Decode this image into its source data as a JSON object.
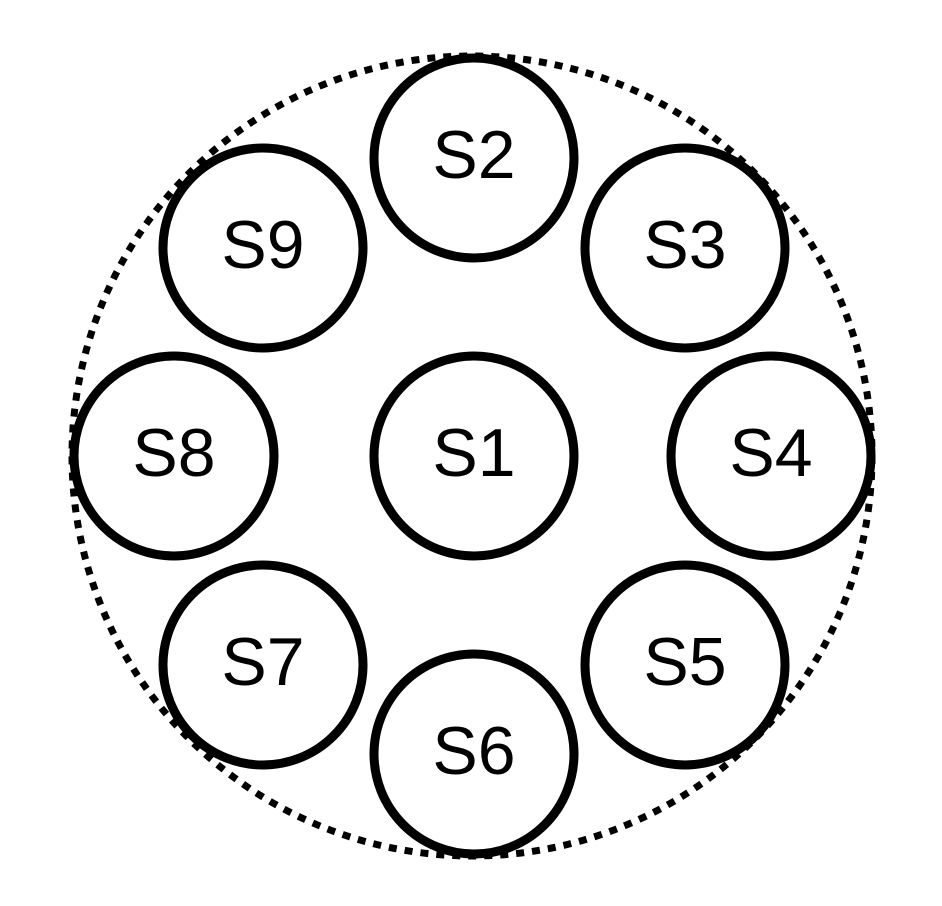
{
  "diagram": {
    "boundary": {
      "style": "dotted",
      "stroke_color": "#000000"
    },
    "nodes": [
      {
        "id": "s1",
        "label": "S1",
        "position": "center"
      },
      {
        "id": "s2",
        "label": "S2",
        "position": "top"
      },
      {
        "id": "s3",
        "label": "S3",
        "position": "top-right"
      },
      {
        "id": "s4",
        "label": "S4",
        "position": "right"
      },
      {
        "id": "s5",
        "label": "S5",
        "position": "bottom-right"
      },
      {
        "id": "s6",
        "label": "S6",
        "position": "bottom"
      },
      {
        "id": "s7",
        "label": "S7",
        "position": "bottom-left"
      },
      {
        "id": "s8",
        "label": "S8",
        "position": "left"
      },
      {
        "id": "s9",
        "label": "S9",
        "position": "top-left"
      }
    ],
    "node_stroke_color": "#000000",
    "node_fill_color": "#ffffff"
  }
}
